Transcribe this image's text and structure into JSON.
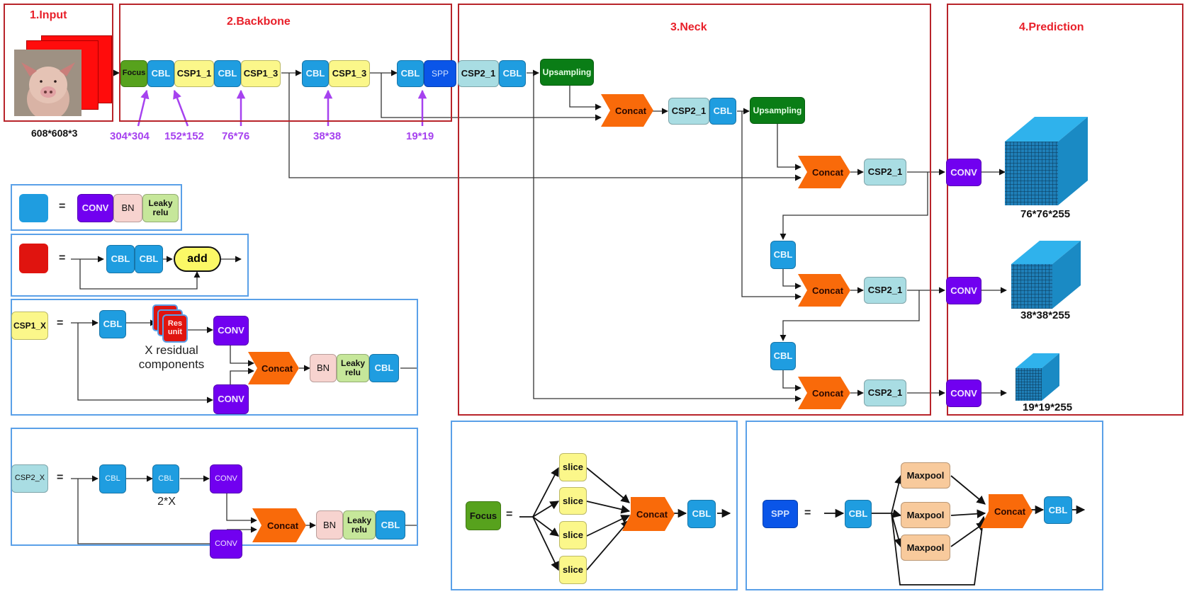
{
  "sections": {
    "input": "1.Input",
    "backbone": "2.Backbone",
    "neck": "3.Neck",
    "prediction": "4.Prediction"
  },
  "input": {
    "image_alt": "pig photo",
    "size": "608*608*3"
  },
  "backbone": {
    "blocks": [
      "Focus",
      "CBL",
      "CSP1_1",
      "CBL",
      "CSP1_3",
      "CBL",
      "CSP1_3",
      "CBL",
      "SPP"
    ],
    "dims": [
      "304*304",
      "152*152",
      "76*76",
      "38*38",
      "19*19"
    ]
  },
  "neck": {
    "row1": [
      "CSP2_1",
      "CBL",
      "Upsampling"
    ],
    "row2": [
      "Concat",
      "CSP2_1",
      "CBL",
      "Upsampling"
    ],
    "out1": [
      "Concat",
      "CSP2_1"
    ],
    "mid_cbl1": "CBL",
    "out2": [
      "Concat",
      "CSP2_1"
    ],
    "mid_cbl2": "CBL",
    "out3": [
      "Concat",
      "CSP2_1"
    ]
  },
  "prediction": {
    "conv": "CONV",
    "outputs": [
      "76*76*255",
      "38*38*255",
      "19*19*255"
    ]
  },
  "legend_cbl": {
    "eq": "=",
    "parts": [
      "CONV",
      "BN",
      "Leaky relu"
    ]
  },
  "legend_res": {
    "eq": "=",
    "parts": [
      "CBL",
      "CBL"
    ],
    "add": "add"
  },
  "legend_csp1": {
    "name": "CSP1_X",
    "eq": "=",
    "cbl": "CBL",
    "res": "Res unit",
    "caption": "X residual components",
    "conv": "CONV",
    "concat": "Concat",
    "tail": [
      "BN",
      "Leaky relu",
      "CBL"
    ]
  },
  "legend_csp2": {
    "name": "CSP2_X",
    "eq": "=",
    "cbl": "CBL",
    "caption": "2*X",
    "conv": "CONV",
    "concat": "Concat",
    "tail": [
      "BN",
      "Leaky relu",
      "CBL"
    ]
  },
  "legend_focus": {
    "name": "Focus",
    "eq": "=",
    "slice": "slice",
    "concat": "Concat",
    "cbl": "CBL"
  },
  "legend_spp": {
    "name": "SPP",
    "eq": "=",
    "cbl": "CBL",
    "maxpool": "Maxpool",
    "concat": "Concat"
  }
}
